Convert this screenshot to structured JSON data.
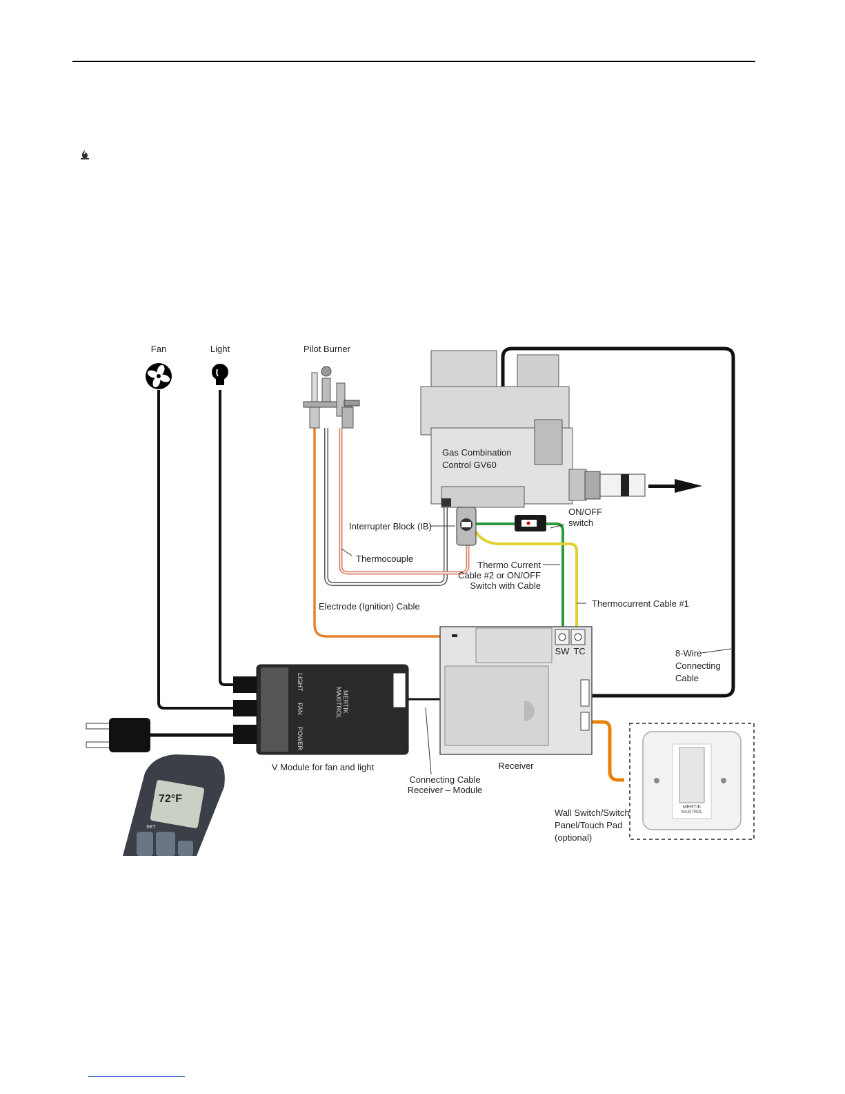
{
  "labels": {
    "fan": "Fan",
    "light": "Light",
    "pilot_burner": "Pilot Burner",
    "gas_control_1": "Gas Combination",
    "gas_control_2": "Control GV60",
    "on_off_1": "ON/OFF",
    "on_off_2": "switch",
    "interrupter_block": "Interrupter Block (IB)",
    "thermocouple": "Thermocouple",
    "thermo_current_1": "Thermo Current",
    "thermo_current_2": "Cable #2 or ON/OFF",
    "thermo_current_3": "Switch with Cable",
    "thermocurrent_1": "Thermocurrent Cable #1",
    "electrode_cable": "Electrode (Ignition) Cable",
    "sw": "SW",
    "tc": "TC",
    "eight_wire_1": "8-Wire",
    "eight_wire_2": "Connecting",
    "eight_wire_3": "Cable",
    "v_module": "V Module for fan and light",
    "receiver": "Receiver",
    "connecting_cable_1": "Connecting Cable",
    "connecting_cable_2": "Receiver – Module",
    "wall_switch_1": "Wall Switch/Switch",
    "wall_switch_2": "Panel/Touch Pad",
    "wall_switch_3": "(optional)",
    "module_brand_1": "MERTIK",
    "module_brand_2": "MAXITROL",
    "module_port_light": "LIGHT",
    "module_port_fan": "FAN",
    "module_port_power": "POWER",
    "remote_display": "72°F",
    "remote_set": "SET",
    "wall_brand_1": "MERTIK",
    "wall_brand_2": "MAXITROL"
  },
  "icons": {
    "top_left": "flame-icon",
    "fan": "fan-icon",
    "light": "light-bulb-icon",
    "arrow": "arrow-right-icon"
  },
  "colors": {
    "ignition_cable": "#e8822a",
    "thermocouple": "#d9826a",
    "thermo_current_2": "#2a9a3a",
    "thermocurrent_1": "#e0d030",
    "wall_switch_cable": "#e8820a",
    "black_cable": "#111111"
  }
}
